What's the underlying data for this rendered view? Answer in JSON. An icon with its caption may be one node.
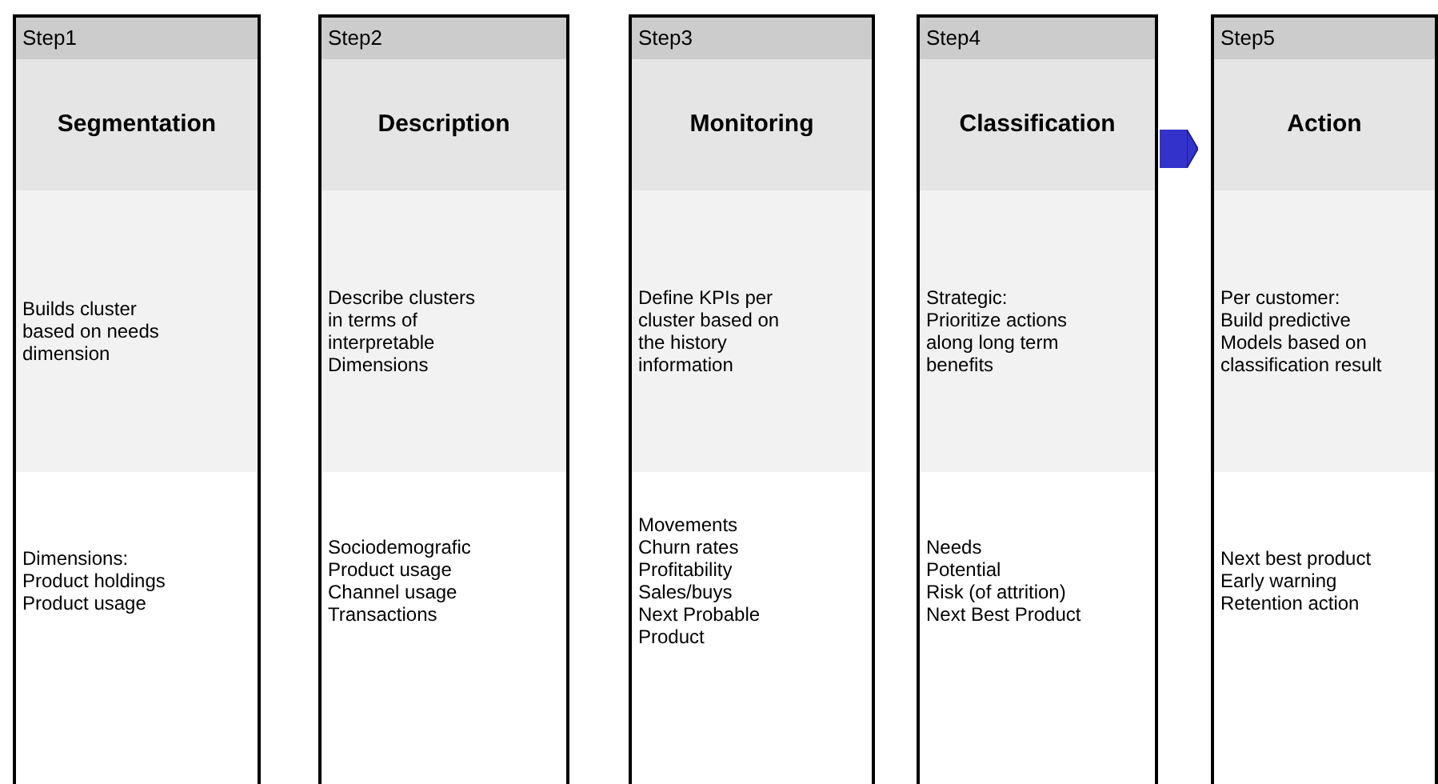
{
  "diagram": {
    "nodes": [
      {
        "text": [
          "Step1",
          "Segmentation"
        ]
      },
      {
        "text": [
          "Builds cluster based on needs dimension"
        ],
        "in": 0
      },
      {
        "text": [
          "Dimensions:",
          "Product holdings",
          "Product usage"
        ],
        "in": 0
      },
      {
        "text": [
          "Step2",
          "Description"
        ]
      },
      {
        "text": [
          "Describe clusters in terms of interpretable Dimensions"
        ],
        "in": 3
      },
      {
        "text": [
          "Sociodemografic",
          "Product usage",
          "Channel usage",
          "Transactions"
        ],
        "in": 3
      },
      {
        "text": [
          "Step3",
          "Monitoring"
        ]
      },
      {
        "text": [
          "Define KPIs per cluster based on the history information"
        ],
        "in": 6
      },
      {
        "text": [
          "Movements",
          "Churn rates",
          "Profitability",
          "Sales/buys",
          "Next Probable Product"
        ],
        "in": 6
      },
      {
        "text": [
          "Step4",
          "Classification"
        ]
      },
      {
        "text": [
          "Strategic:",
          "Prioritize actions along long term benefits"
        ],
        "in": 9
      },
      {
        "text": [
          "Needs",
          "Potential",
          "Risk (of attrition)",
          "Next Best Product"
        ],
        "in": 9
      },
      {
        "text": [
          "Step5",
          "Action"
        ]
      },
      {
        "text": [
          "Per customer:",
          "Build predictive Models based on classification result"
        ],
        "in": 12
      },
      {
        "text": [
          "Next best product",
          "Early warning",
          "Retention action"
        ],
        "in": 12
      }
    ],
    "edges": [
      {
        "from": 9,
        "to": 12,
        "arrow": "to"
      }
    ]
  }
}
